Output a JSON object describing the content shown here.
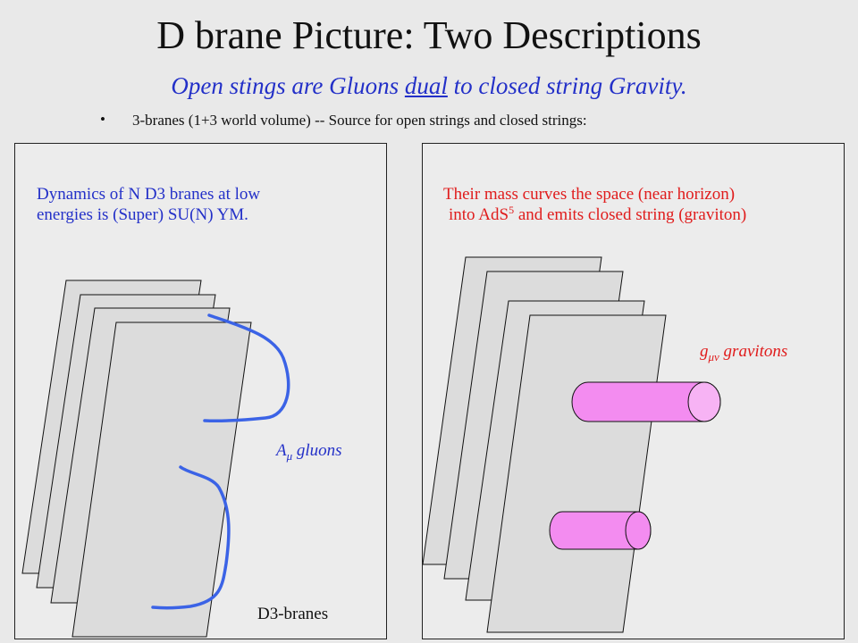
{
  "slide": {
    "title": "D brane Picture: Two Descriptions",
    "subtitle_pre": "Open stings are Gluons ",
    "subtitle_underlined": "dual",
    "subtitle_post": " to closed string Gravity.",
    "bullet": "3-branes (1+3 world volume)  --  Source for open strings and closed strings:"
  },
  "left_panel": {
    "text_line1": "Dynamics of N D3 branes at low",
    "text_line2": "energies is (Super) SU(N) YM.",
    "gluon_symbol": "A",
    "gluon_subscript": "μ",
    "gluon_word": " gluons",
    "branes_label": "D3-branes"
  },
  "right_panel": {
    "text_line1": "Their mass curves the  space (near horizon)",
    "text_line2_pre": "into AdS",
    "text_line2_sup": "5",
    "text_line2_post": " and emits closed string (graviton)",
    "graviton_symbol": "g",
    "graviton_subscript": "μν",
    "graviton_word": " gravitons"
  },
  "colors": {
    "text_blue": "#2330c8",
    "text_red": "#e01c1c",
    "string_blue": "#3b63e6",
    "tube_pink": "#f38cf0",
    "brane_fill": "#dcdcdc",
    "background": "#e9e9e9"
  }
}
